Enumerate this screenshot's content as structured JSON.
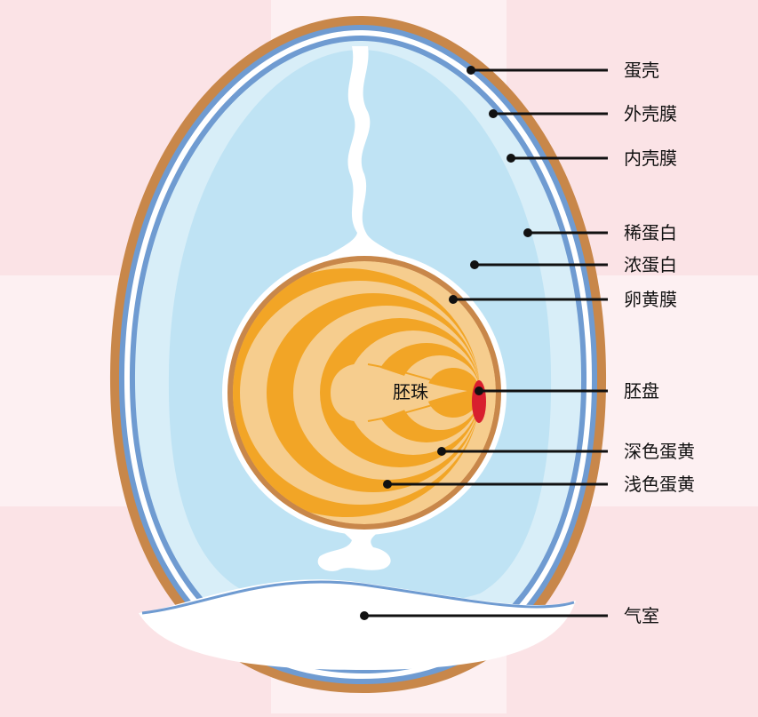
{
  "colors": {
    "background_pink": "#fbe3e6",
    "background_light": "#fdf0f2",
    "shell": "#c8874a",
    "membrane_blue": "#6f9bd1",
    "thin_albumen": "#d8eef8",
    "thick_albumen": "#bfe3f4",
    "chalaza_white": "#ffffff",
    "yolk_membrane": "#c8874a",
    "dark_yolk": "#f2a526",
    "light_yolk": "#f6cd8e",
    "germinal_disc": "#d81f2e",
    "air_cell": "#ffffff",
    "leader_line": "#111111"
  },
  "labels": {
    "shell": "蛋壳",
    "outer_shell_membrane": "外壳膜",
    "inner_shell_membrane": "内壳膜",
    "thin_albumen": "稀蛋白",
    "thick_albumen": "浓蛋白",
    "vitelline_membrane": "卵黄膜",
    "germinal_disc": "胚盘",
    "dark_yolk": "深色蛋黄",
    "light_yolk": "浅色蛋黄",
    "air_cell": "气室",
    "latebra": "胚珠"
  }
}
